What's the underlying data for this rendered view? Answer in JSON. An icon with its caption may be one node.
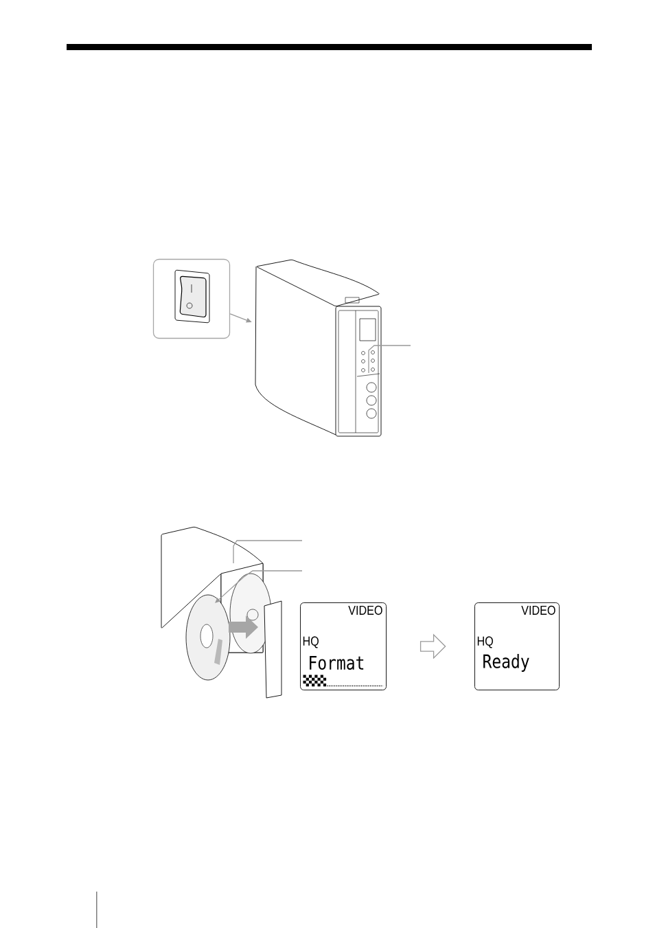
{
  "diagram": {
    "nodes": [
      {
        "text": [],
        "shape": "box"
      },
      {
        "text": [],
        "shape": "picture"
      },
      {
        "text": [],
        "shape": "picture"
      },
      {
        "text": [
          "VIDEO",
          "HQ",
          "Format"
        ]
      },
      {
        "text": [
          "VIDEO",
          "HQ",
          "Ready"
        ]
      }
    ],
    "edges": [
      {
        "from": 0,
        "to": 1,
        "arrow": "to"
      },
      {
        "from": null,
        "to": 1,
        "arrow": "none"
      },
      {
        "from": null,
        "to": 2,
        "arrow": "none"
      },
      {
        "from": null,
        "to": 2,
        "arrow": "to"
      },
      {
        "from": 3,
        "to": 4,
        "arrow": "to"
      }
    ]
  }
}
